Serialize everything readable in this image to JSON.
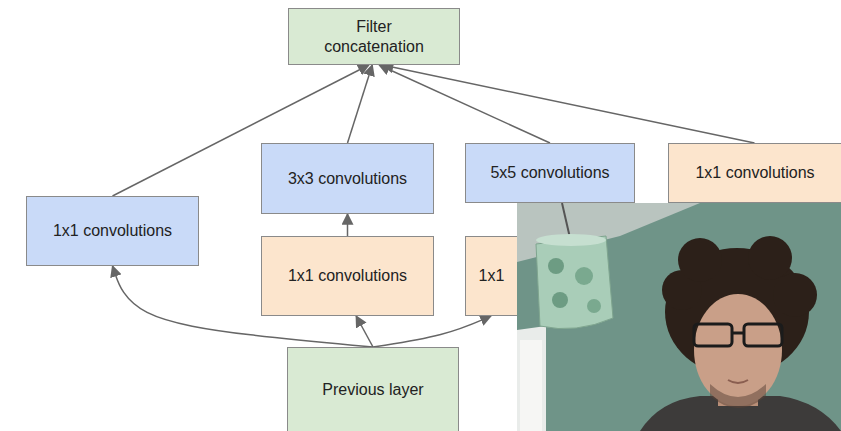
{
  "diagram": {
    "nodes": [
      {
        "text": [
          "Filter concatenation"
        ]
      },
      {
        "text": [
          "3x3 convolutions"
        ]
      },
      {
        "text": [
          "5x5 convolutions"
        ]
      },
      {
        "text": [
          "1x1 convolutions"
        ]
      },
      {
        "text": [
          "1x1 convolutions"
        ]
      },
      {
        "text": [
          "1x1 convolutions"
        ]
      },
      {
        "text": [
          "1x1"
        ]
      },
      {
        "text": [
          "Previous layer"
        ]
      }
    ],
    "edges": [
      {
        "from": 4,
        "to": 0,
        "arrow": "to"
      },
      {
        "from": 1,
        "to": 0,
        "arrow": "to"
      },
      {
        "from": 2,
        "to": 0,
        "arrow": "to"
      },
      {
        "from": 3,
        "to": 0,
        "arrow": "to"
      },
      {
        "from": 5,
        "to": 1,
        "arrow": "to"
      },
      {
        "from": 7,
        "to": 4,
        "arrow": "to"
      },
      {
        "from": 7,
        "to": 5,
        "arrow": "to"
      },
      {
        "from": 7,
        "to": 6,
        "arrow": "to"
      }
    ]
  }
}
